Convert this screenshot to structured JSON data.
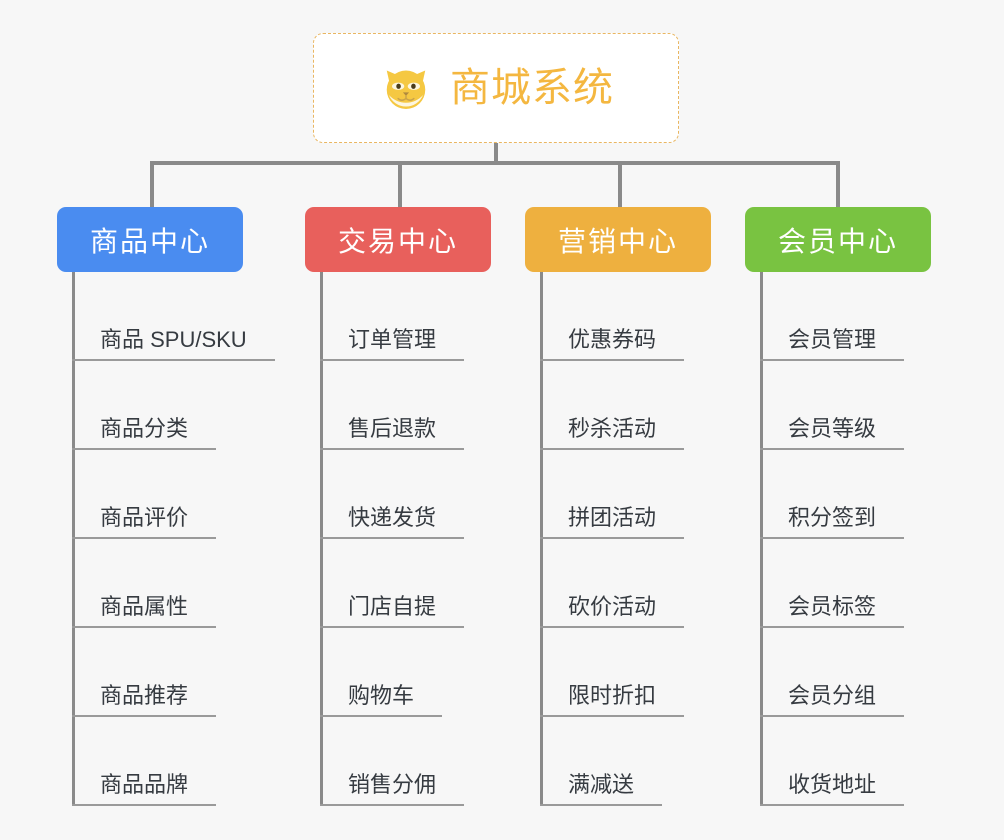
{
  "root": {
    "title": "商城系统",
    "icon": "shiba-face-icon",
    "border_color": "#e9b661",
    "text_color": "#f4b740",
    "background": "#ffffff"
  },
  "canvas": {
    "background": "#f7f7f7",
    "connector_color": "#8a8a8a"
  },
  "columns": [
    {
      "label": "商品中心",
      "color": "#4a8cf0",
      "items": [
        {
          "label": "商品 SPU/SKU"
        },
        {
          "label": "商品分类"
        },
        {
          "label": "商品评价"
        },
        {
          "label": "商品属性"
        },
        {
          "label": "商品推荐"
        },
        {
          "label": "商品品牌"
        }
      ]
    },
    {
      "label": "交易中心",
      "color": "#e8605c",
      "items": [
        {
          "label": "订单管理"
        },
        {
          "label": "售后退款"
        },
        {
          "label": "快递发货"
        },
        {
          "label": "门店自提"
        },
        {
          "label": "购物车"
        },
        {
          "label": "销售分佣"
        }
      ]
    },
    {
      "label": "营销中心",
      "color": "#eeb03f",
      "items": [
        {
          "label": "优惠券码"
        },
        {
          "label": "秒杀活动"
        },
        {
          "label": "拼团活动"
        },
        {
          "label": "砍价活动"
        },
        {
          "label": "限时折扣"
        },
        {
          "label": "满减送"
        }
      ]
    },
    {
      "label": "会员中心",
      "color": "#79c341",
      "items": [
        {
          "label": "会员管理"
        },
        {
          "label": "会员等级"
        },
        {
          "label": "积分签到"
        },
        {
          "label": "会员标签"
        },
        {
          "label": "会员分组"
        },
        {
          "label": "收货地址"
        }
      ]
    }
  ]
}
